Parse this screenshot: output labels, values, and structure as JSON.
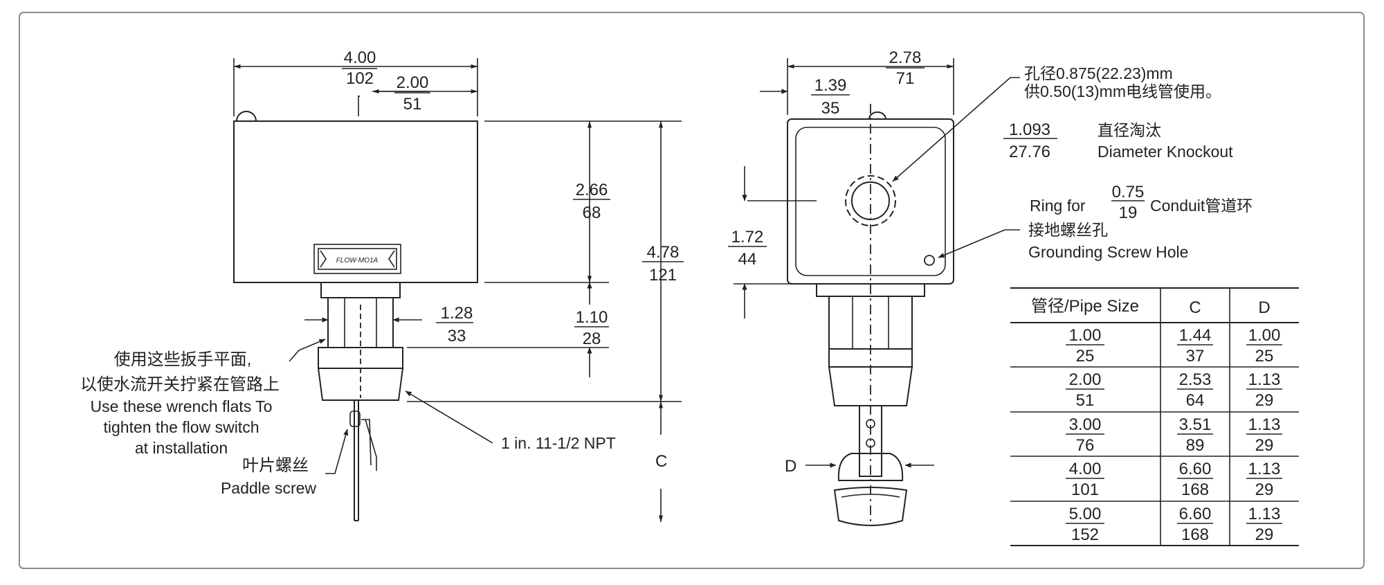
{
  "left_view": {
    "width_top": "4.00",
    "width_bottom": "102",
    "half_top": "2.00",
    "half_bottom": "51",
    "body_h_top": "2.66",
    "body_h_bottom": "68",
    "total_h_top": "4.78",
    "total_h_bottom": "121",
    "flat_top": "1.28",
    "flat_bottom": "33",
    "neck_top": "1.10",
    "neck_bottom": "28",
    "logo_text": "FLOW-MO1A",
    "wrench_cn_1": "使用这些扳手平面,",
    "wrench_cn_2": "以使水流开关拧紧在管路上",
    "wrench_en_1": "Use these wrench flats To",
    "wrench_en_2": "tighten the flow switch",
    "wrench_en_3": "at installation",
    "paddle_cn": "叶片螺丝",
    "paddle_en": "Paddle screw",
    "npt": "1 in. 11-1/2 NPT",
    "c_label": "C"
  },
  "right_view": {
    "width_top": "2.78",
    "width_bottom": "71",
    "half_top": "1.39",
    "half_bottom": "35",
    "height_top": "1.72",
    "height_bottom": "44",
    "d_label": "D",
    "hole_cn_1": "孔径0.875(22.23)mm",
    "hole_cn_2": "供0.50(13)mm电线管使用。",
    "knock_top": "1.093",
    "knock_bottom": "27.76",
    "knock_cn": "直径淘汰",
    "knock_en": "Diameter Knockout",
    "ring_pre": "Ring for",
    "ring_top": "0.75",
    "ring_bottom": "19",
    "ring_post": "Conduit管道环",
    "ground_cn": "接地螺丝孔",
    "ground_en": "Grounding Screw Hole"
  },
  "table": {
    "headers": [
      "管径/Pipe Size",
      "C",
      "D"
    ],
    "rows": [
      [
        [
          "1.00",
          "25"
        ],
        [
          "1.44",
          "37"
        ],
        [
          "1.00",
          "25"
        ]
      ],
      [
        [
          "2.00",
          "51"
        ],
        [
          "2.53",
          "64"
        ],
        [
          "1.13",
          "29"
        ]
      ],
      [
        [
          "3.00",
          "76"
        ],
        [
          "3.51",
          "89"
        ],
        [
          "1.13",
          "29"
        ]
      ],
      [
        [
          "4.00",
          "101"
        ],
        [
          "6.60",
          "168"
        ],
        [
          "1.13",
          "29"
        ]
      ],
      [
        [
          "5.00",
          "152"
        ],
        [
          "6.60",
          "168"
        ],
        [
          "1.13",
          "29"
        ]
      ]
    ]
  }
}
